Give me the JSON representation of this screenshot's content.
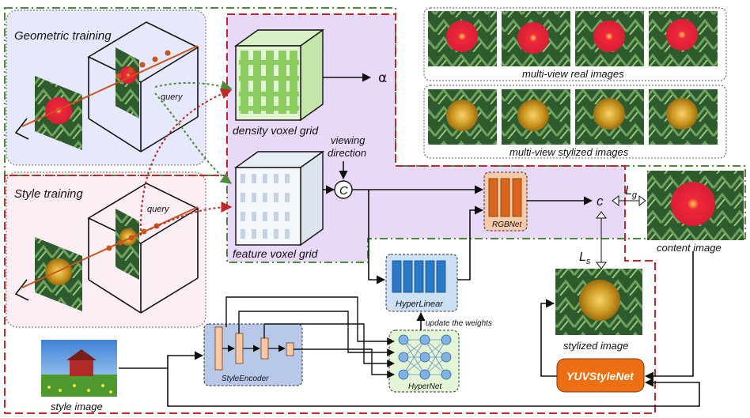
{
  "geometric": {
    "title": "Geometric training",
    "query": "query"
  },
  "style_train": {
    "title": "Style training",
    "query": "query"
  },
  "density": {
    "label": "density voxel grid",
    "alpha": "α"
  },
  "feature": {
    "label": "feature voxel grid"
  },
  "viewing": {
    "line1": "viewing",
    "line2": "direction",
    "concat": "C"
  },
  "rgbnet": {
    "label": "RGBNet"
  },
  "color_out": {
    "label": "c"
  },
  "loss_g": {
    "base": "L",
    "sub": "g"
  },
  "loss_s": {
    "base": "L",
    "sub": "s"
  },
  "hyperlinear": {
    "label": "HyperLinear"
  },
  "hypernet": {
    "label": "HyperNet"
  },
  "update": {
    "label": "update the weights"
  },
  "styleencoder": {
    "label": "StyleEncoder"
  },
  "yuvstylenet": {
    "label": "YUVStyleNet"
  },
  "images": {
    "real": "multi-view real images",
    "stylized_multi": "multi-view stylized images",
    "content": "content image",
    "stylized": "stylized image",
    "style": "style image"
  },
  "colors": {
    "green_dash": "#4c8a3c",
    "red_dash": "#c0282a",
    "geo_bg": "#e6e8fb",
    "style_bg": "#fbeef4",
    "purple_bg": "#e7d9f7",
    "rgbnet_fill": "#f6c9a8",
    "bar_orange": "#d9661b",
    "bar_blue": "#2a79c9",
    "yuv_fill": "#ec6f14",
    "encoder_fill": "#b7c8e9"
  }
}
